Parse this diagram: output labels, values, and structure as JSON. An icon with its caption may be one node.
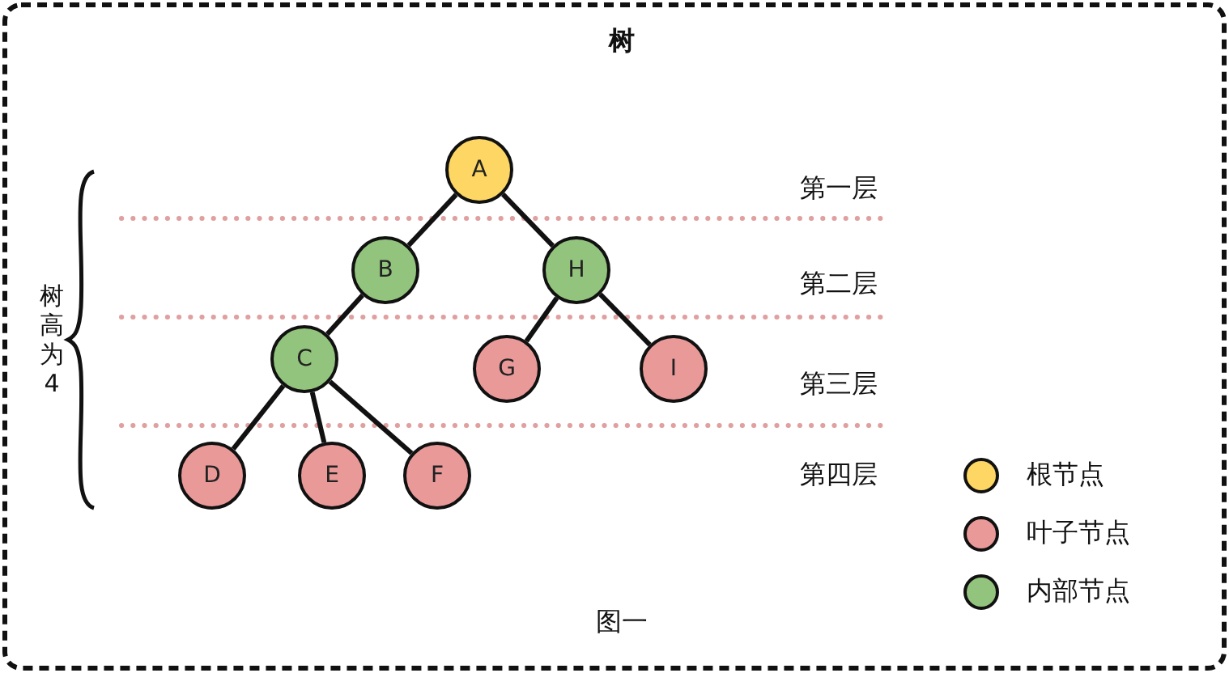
{
  "diagram": {
    "title": "树",
    "caption": "图一",
    "nodes": [
      {
        "text": [
          "A"
        ]
      },
      {
        "text": [
          "B"
        ]
      },
      {
        "text": [
          "H"
        ]
      },
      {
        "text": [
          "C"
        ]
      },
      {
        "text": [
          "G"
        ]
      },
      {
        "text": [
          "I"
        ]
      },
      {
        "text": [
          "D"
        ]
      },
      {
        "text": [
          "E"
        ]
      },
      {
        "text": [
          "F"
        ]
      }
    ],
    "edges": [
      {
        "from": 0,
        "to": 1,
        "arrow": "none"
      },
      {
        "from": 0,
        "to": 2,
        "arrow": "none"
      },
      {
        "from": 1,
        "to": 3,
        "arrow": "none"
      },
      {
        "from": 2,
        "to": 4,
        "arrow": "none"
      },
      {
        "from": 2,
        "to": 5,
        "arrow": "none"
      },
      {
        "from": 3,
        "to": 6,
        "arrow": "none"
      },
      {
        "from": 3,
        "to": 7,
        "arrow": "none"
      },
      {
        "from": 3,
        "to": 8,
        "arrow": "none"
      }
    ],
    "labels": [
      "第一层",
      "第二层",
      "第三层",
      "第四层",
      "树高为4"
    ],
    "legend": [
      {
        "text": "根节点",
        "color": "#fdd663"
      },
      {
        "text": "叶子节点",
        "color": "#ea9999"
      },
      {
        "text": "内部节点",
        "color": "#93c47d"
      }
    ]
  }
}
